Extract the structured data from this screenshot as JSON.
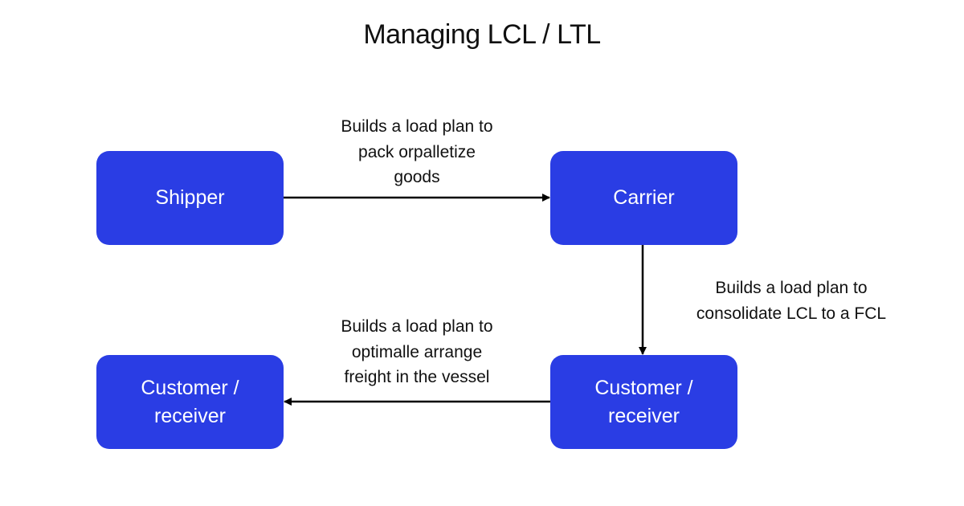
{
  "title": "Managing LCL / LTL",
  "colors": {
    "node_fill": "#2a3de4",
    "node_text": "#ffffff",
    "edge": "#000000"
  },
  "nodes": [
    {
      "id": "shipper",
      "label": "Shipper"
    },
    {
      "id": "carrier",
      "label": "Carrier"
    },
    {
      "id": "customer_receiver_right",
      "label": "Customer /\nreceiver"
    },
    {
      "id": "customer_receiver_left",
      "label": "Customer /\nreceiver"
    }
  ],
  "edges": [
    {
      "from": "shipper",
      "to": "carrier",
      "label": "Builds a load plan to\npack orpalletize\ngoods"
    },
    {
      "from": "carrier",
      "to": "customer_receiver_right",
      "label": "Builds a load plan to\nconsolidate LCL to a FCL"
    },
    {
      "from": "customer_receiver_right",
      "to": "customer_receiver_left",
      "label": "Builds a load plan to\noptimalle arrange\nfreight in the vessel"
    }
  ]
}
